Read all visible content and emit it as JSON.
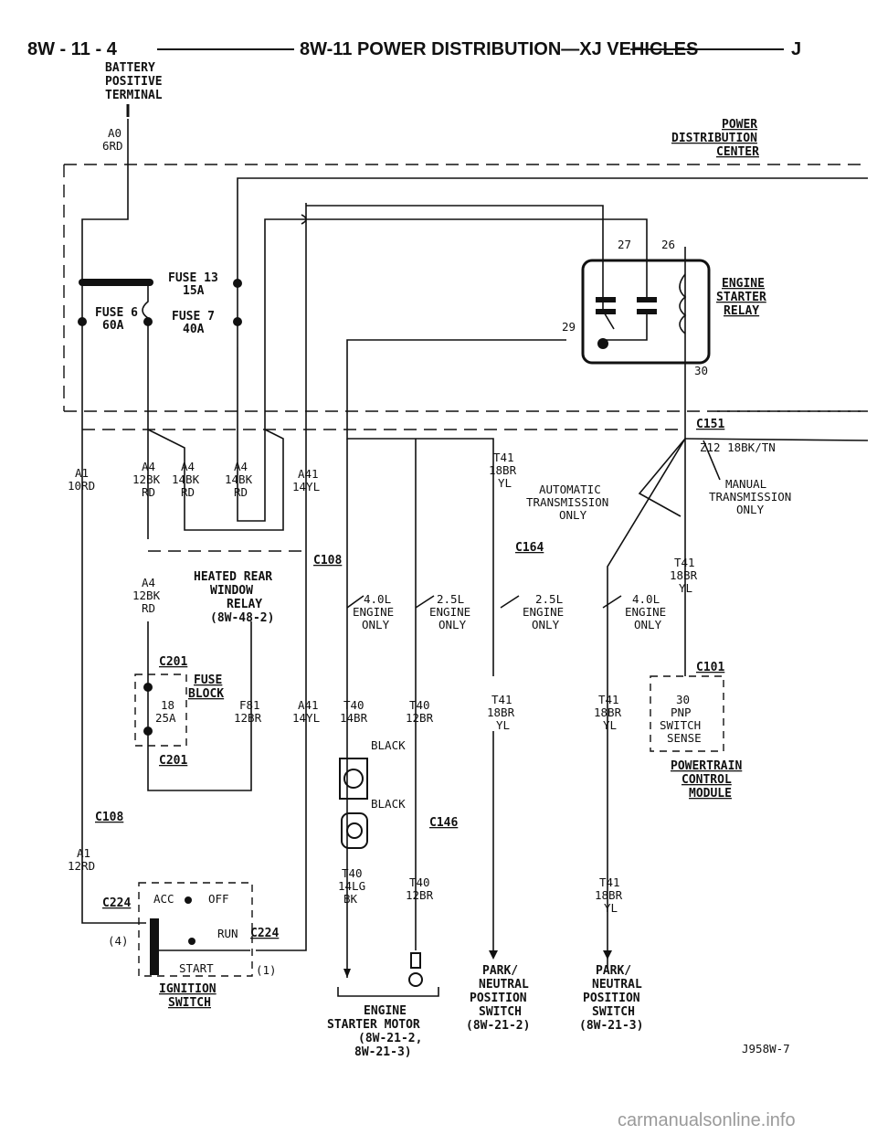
{
  "header": {
    "page": "8W - 11 - 4",
    "title": "8W-11 POWER DISTRIBUTION—XJ VEHICLES",
    "section": "J"
  },
  "battery": [
    "BATTERY",
    "POSITIVE",
    "TERMINAL"
  ],
  "pdc": [
    "POWER",
    "DISTRIBUTION",
    "CENTER"
  ],
  "wire_a0": [
    "A0",
    "6RD"
  ],
  "fuses": {
    "fuse6": [
      "FUSE 6",
      "60A"
    ],
    "fuse13": [
      "FUSE 13",
      "15A"
    ],
    "fuse7": [
      "FUSE 7",
      "40A"
    ],
    "fuse18": [
      "18",
      "25A"
    ]
  },
  "relay": {
    "name": [
      "ENGINE",
      "STARTER",
      "RELAY"
    ],
    "pins": {
      "p27": "27",
      "p26": "26",
      "p29": "29",
      "p30": "30"
    }
  },
  "connectors": {
    "c151": "C151",
    "c108_upper": "C108",
    "c108_lower": "C108",
    "c164": "C164",
    "c201_top": "C201",
    "c201_bot": "C201",
    "c146": "C146",
    "c101": "C101",
    "c224_left": "C224",
    "c224_right": "C224"
  },
  "wires": {
    "z12": "Z12 18BK/TN",
    "a1_top": [
      "A1",
      "10RD"
    ],
    "a4_1": [
      "A4",
      "12BK",
      "RD"
    ],
    "a4_2": [
      "A4",
      "14BK",
      "RD"
    ],
    "a4_3": [
      "A4",
      "14BK",
      "RD"
    ],
    "a41_top": [
      "A41",
      "14YL"
    ],
    "t41_top": [
      "T41",
      "18BR",
      "YL"
    ],
    "t41_right": [
      "T41",
      "18BR",
      "YL"
    ],
    "a4_mid": [
      "A4",
      "12BK",
      "RD"
    ],
    "f81": [
      "F81",
      "12BR"
    ],
    "a41_mid": [
      "A41",
      "14YL"
    ],
    "t40_a": [
      "T40",
      "14BR"
    ],
    "t40_b": [
      "T40",
      "12BR"
    ],
    "t41_mid1": [
      "T41",
      "18BR",
      "YL"
    ],
    "t41_mid2": [
      "T41",
      "18BR",
      "YL"
    ],
    "a1_bot": [
      "A1",
      "12RD"
    ],
    "t40_c": [
      "T40",
      "14LG",
      "BK"
    ],
    "t40_d": [
      "T40",
      "12BR"
    ],
    "t41_bot": [
      "T41",
      "18BR",
      "YL"
    ]
  },
  "notes": {
    "auto_trans": [
      "AUTOMATIC",
      "TRANSMISSION",
      "ONLY"
    ],
    "manual_trans": [
      "MANUAL",
      "TRANSMISSION",
      "ONLY"
    ],
    "eng40_a": [
      "4.0L",
      "ENGINE",
      "ONLY"
    ],
    "eng25_a": [
      "2.5L",
      "ENGINE",
      "ONLY"
    ],
    "eng25_b": [
      "2.5L",
      "ENGINE",
      "ONLY"
    ],
    "eng40_b": [
      "4.0L",
      "ENGINE",
      "ONLY"
    ],
    "black1": "BLACK",
    "black2": "BLACK"
  },
  "components": {
    "heated_rear": [
      "HEATED REAR",
      "WINDOW",
      "RELAY",
      "(8W-48-2)"
    ],
    "fuse_block": [
      "FUSE",
      "BLOCK"
    ],
    "pnp": [
      "30",
      "PNP",
      "SWITCH",
      "SENSE"
    ],
    "pcm": [
      "POWERTRAIN",
      "CONTROL",
      "MODULE"
    ],
    "ign_switch": [
      "IGNITION",
      "SWITCH"
    ],
    "ign_pos": {
      "acc": "ACC",
      "off": "OFF",
      "run": "RUN",
      "start": "START",
      "pin4": "(4)",
      "pin1": "(1)"
    },
    "starter": [
      "ENGINE",
      "STARTER MOTOR",
      "(8W-21-2,",
      "8W-21-3)"
    ],
    "pnp_left": [
      "PARK/",
      "NEUTRAL",
      "POSITION",
      "SWITCH",
      "(8W-21-2)"
    ],
    "pnp_right": [
      "PARK/",
      "NEUTRAL",
      "POSITION",
      "SWITCH",
      "(8W-21-3)"
    ]
  },
  "figure_id": "J958W-7",
  "watermark": "carmanualsonline.info"
}
